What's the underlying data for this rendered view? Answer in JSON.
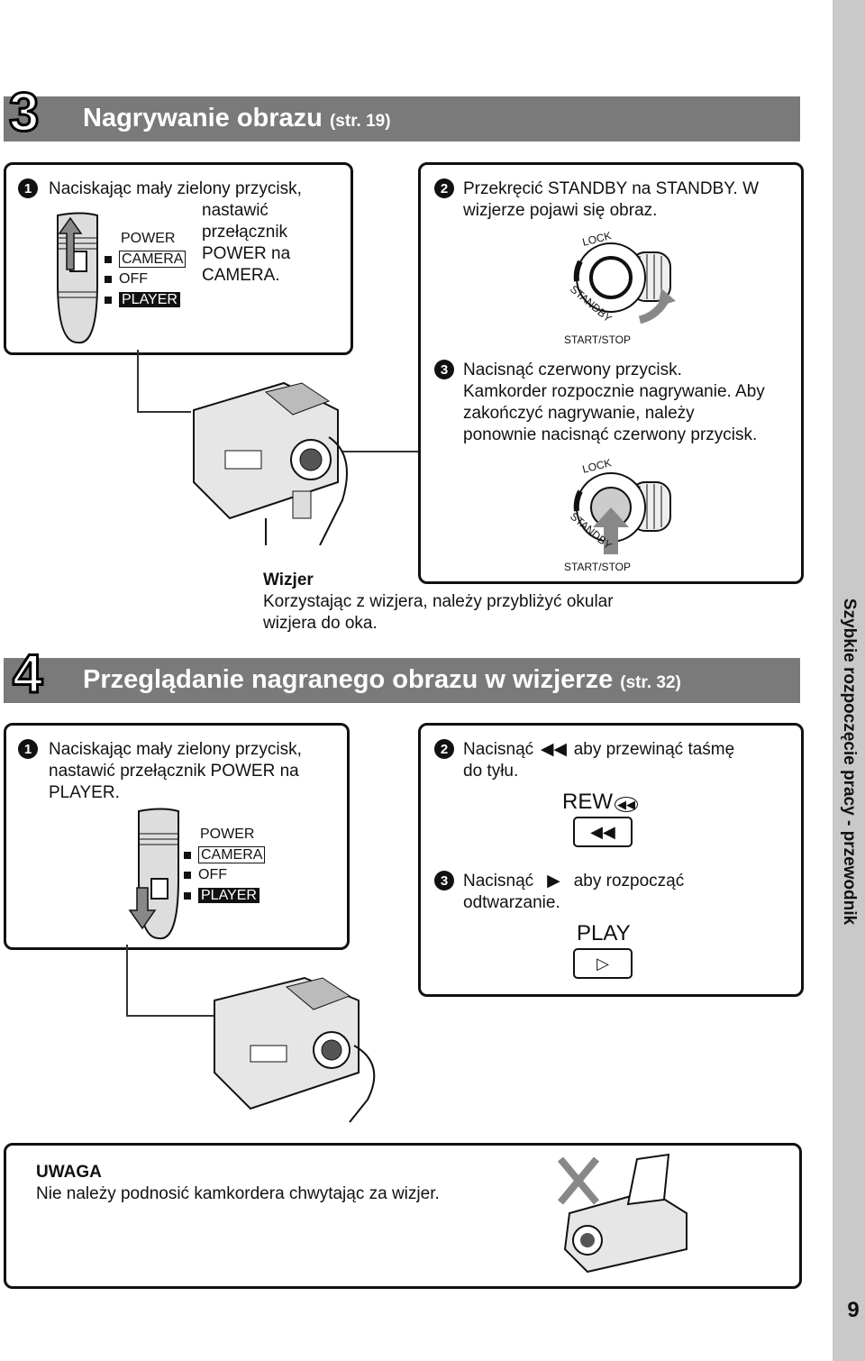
{
  "page_number": "9",
  "sidebar_text": "Szybkie rozpoczęcie pracy - przewodnik",
  "section3": {
    "number": "3",
    "title": "Nagrywanie obrazu",
    "ref": "(str. 19)",
    "step1": {
      "num": "1",
      "line1": "Naciskając mały zielony przycisk,",
      "line2": "nastawić",
      "line3": "przełącznik",
      "line4": "POWER na",
      "line5": "CAMERA."
    },
    "switch": {
      "power": "POWER",
      "camera": "CAMERA",
      "off": "OFF",
      "player": "PLAYER"
    },
    "step2": {
      "num": "2",
      "line1": "Przekręcić STANDBY na STANDBY. W",
      "line2": "wizjerze pojawi się obraz."
    },
    "dial": {
      "lock": "LOCK",
      "standby": "STANDBY",
      "startstop": "START/STOP"
    },
    "step3": {
      "num": "3",
      "line1": "Nacisnąć czerwony przycisk.",
      "line2": "Kamkorder rozpocznie nagrywanie. Aby",
      "line3": "zakończyć nagrywanie, należy",
      "line4": "ponownie nacisnąć czerwony przycisk."
    },
    "viewfinder": {
      "title": "Wizjer",
      "line1": "Korzystając z wizjera, należy przybliżyć okular",
      "line2": "wizjera do oka."
    }
  },
  "section4": {
    "number": "4",
    "title": "Przeglądanie nagranego obrazu w wizjerze",
    "ref": "(str. 32)",
    "step1": {
      "num": "1",
      "line1": "Naciskając mały zielony przycisk,",
      "line2": "nastawić przełącznik POWER na",
      "line3": "PLAYER."
    },
    "switch": {
      "power": "POWER",
      "camera": "CAMERA",
      "off": "OFF",
      "player": "PLAYER"
    },
    "step2": {
      "num": "2",
      "pre": "Nacisnąć",
      "post": "aby przewinąć taśmę",
      "line2": "do tyłu.",
      "button_label": "REW"
    },
    "step3": {
      "num": "3",
      "pre": "Nacisnąć",
      "post": "aby rozpocząć",
      "line2": "odtwarzanie.",
      "button_label": "PLAY"
    }
  },
  "note": {
    "title": "UWAGA",
    "text": "Nie należy podnosić kamkordera chwytając za wizjer."
  }
}
